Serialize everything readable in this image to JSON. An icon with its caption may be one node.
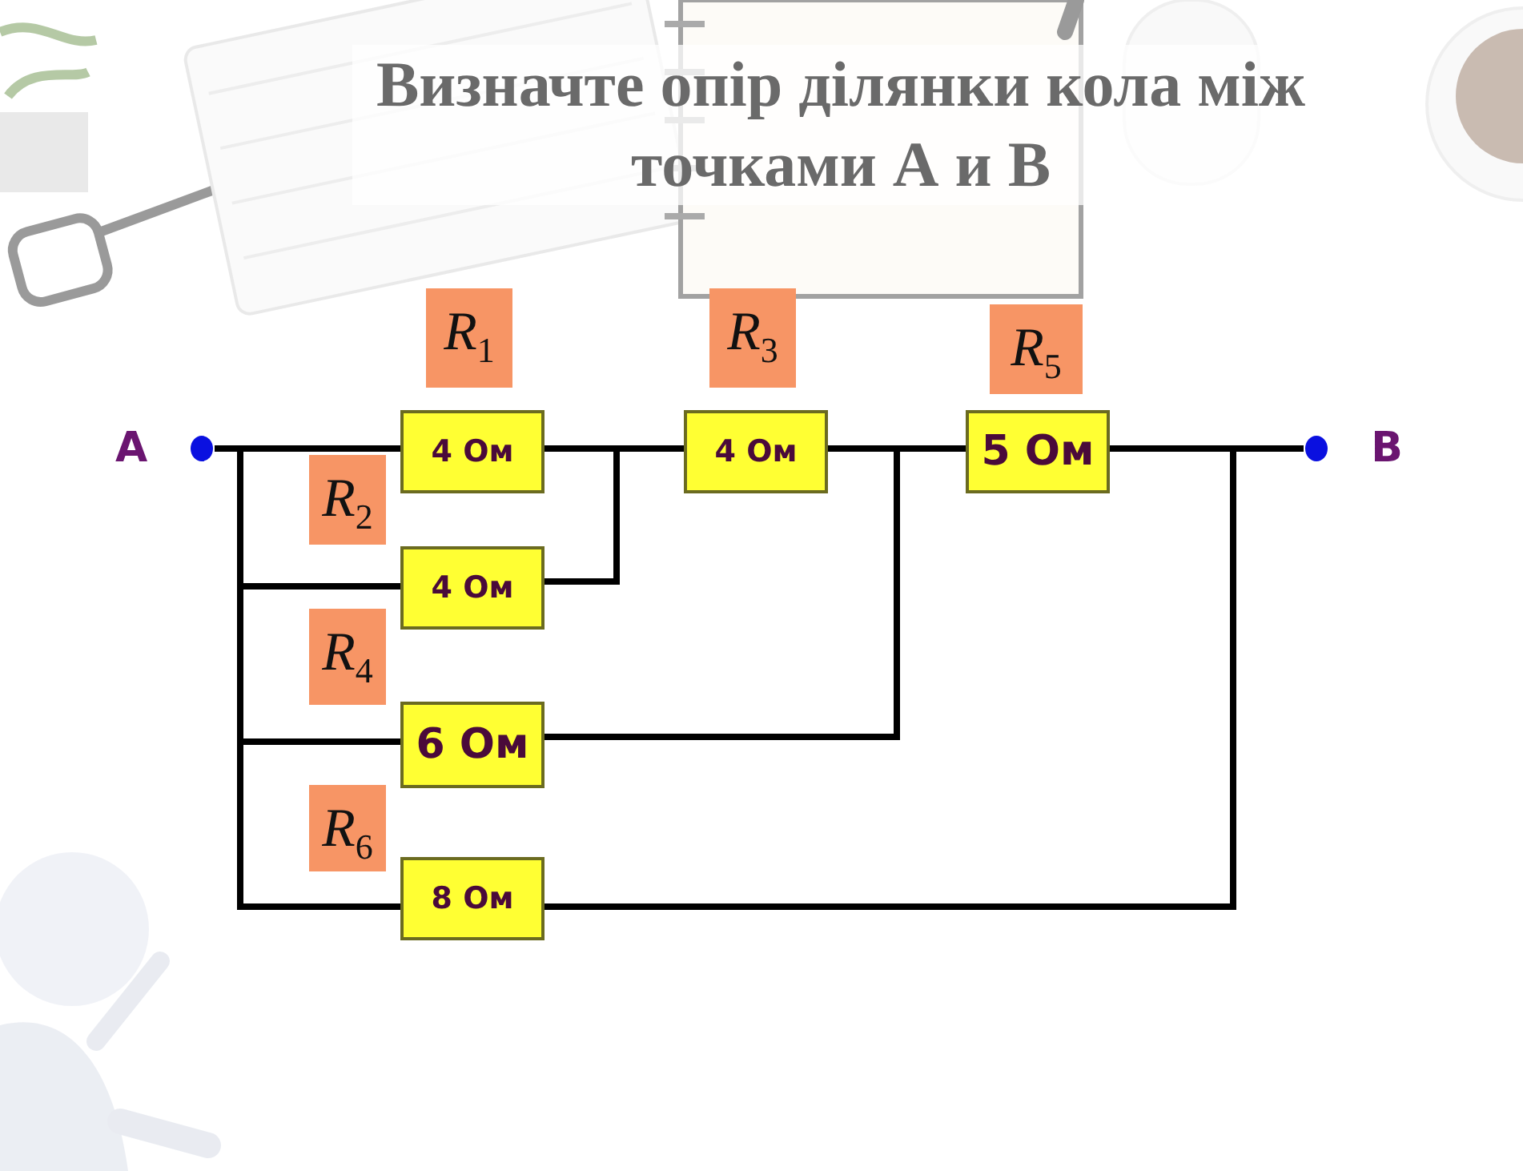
{
  "diagram": {
    "title": "Визначте опір ділянки кола між точками А и В",
    "nodes": [
      {
        "text": [
          "A"
        ]
      },
      {
        "text": [
          "4 Ом"
        ],
        "beside": [
          "*R*$_{1}$"
        ]
      },
      {
        "text": [
          "4 Ом"
        ],
        "beside": [
          "*R*$_{3}$"
        ]
      },
      {
        "text": [
          "5 Ом"
        ],
        "beside": [
          "*R*$_{5}$"
        ]
      },
      {
        "text": [
          "B"
        ]
      },
      {
        "text": [
          "4 Ом"
        ],
        "beside": [
          "*R*$_{2}$"
        ]
      },
      {
        "text": [
          "6 Ом"
        ],
        "beside": [
          "*R*$_{4}$"
        ]
      },
      {
        "text": [
          "8 Ом"
        ],
        "beside": [
          "*R*$_{6}$"
        ]
      }
    ],
    "edges": [
      {
        "from": 0,
        "to": 1,
        "arrow": "none"
      },
      {
        "from": 0,
        "to": 5,
        "arrow": "none"
      },
      {
        "from": 0,
        "to": 6,
        "arrow": "none"
      },
      {
        "from": 0,
        "to": 7,
        "arrow": "none"
      },
      {
        "from": 1,
        "to": 2,
        "arrow": "none"
      },
      {
        "from": 5,
        "to": 2,
        "arrow": "none"
      },
      {
        "from": 2,
        "to": 3,
        "arrow": "none"
      },
      {
        "from": 6,
        "to": 3,
        "arrow": "none"
      },
      {
        "from": 3,
        "to": 4,
        "arrow": "none"
      },
      {
        "from": 7,
        "to": 4,
        "arrow": "none"
      }
    ]
  }
}
